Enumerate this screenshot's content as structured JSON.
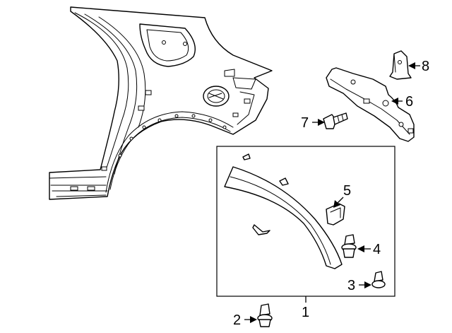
{
  "callouts": [
    {
      "num": "1"
    },
    {
      "num": "2"
    },
    {
      "num": "3"
    },
    {
      "num": "4"
    },
    {
      "num": "5"
    },
    {
      "num": "6"
    },
    {
      "num": "7"
    },
    {
      "num": "8"
    }
  ]
}
